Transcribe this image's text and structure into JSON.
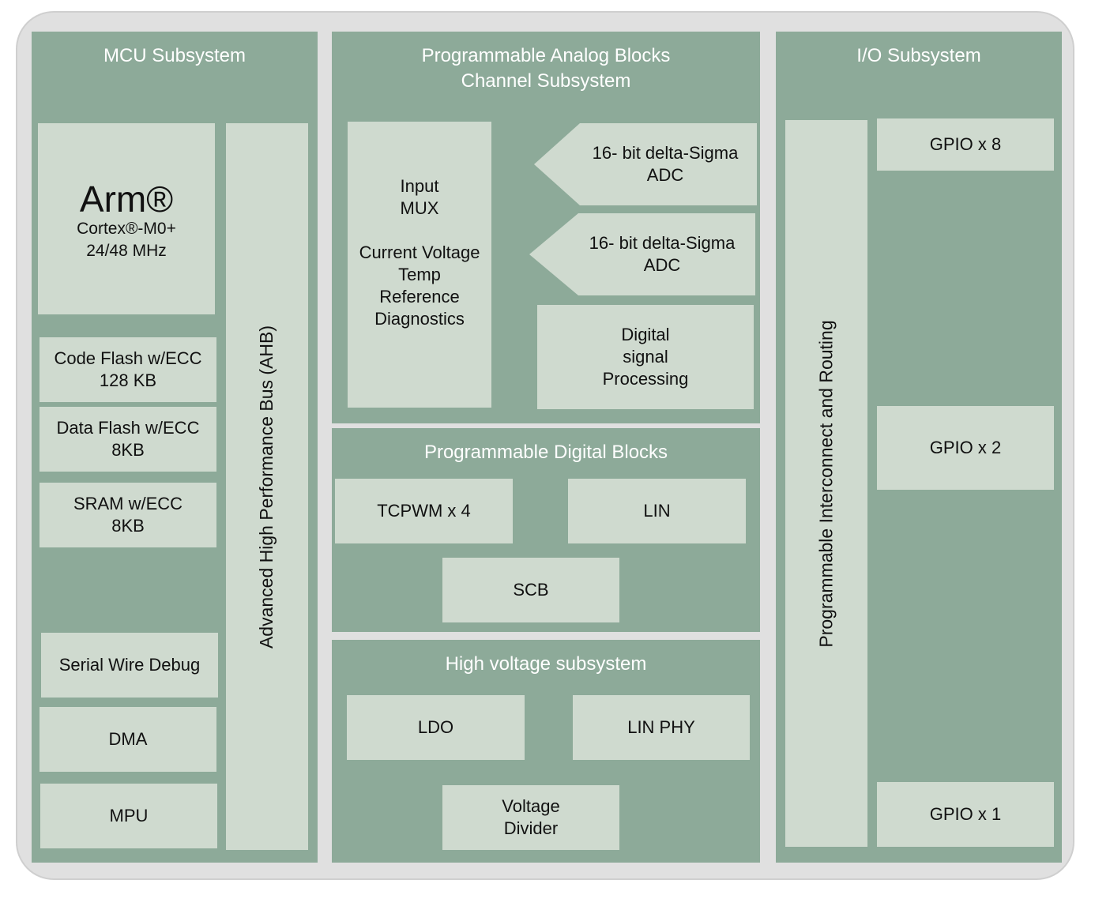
{
  "colors": {
    "frame": "#e0e0e0",
    "panel": "#8daa99",
    "block": "#cfdacf",
    "panel_title_text": "#ffffff",
    "block_text": "#111111"
  },
  "mcu": {
    "title": "MCU Subsystem",
    "cpu": {
      "brand": "Arm®",
      "core": "Cortex®-M0+",
      "clock": "24/48 MHz"
    },
    "bus": "Advanced High Performance Bus (AHB)",
    "blocks": [
      "Code Flash w/ECC\n128 KB",
      "Data Flash w/ECC\n8KB",
      "SRAM w/ECC\n8KB",
      "Serial Wire Debug",
      "DMA",
      "MPU"
    ]
  },
  "analog": {
    "title": "Programmable Analog Blocks\nChannel Subsystem",
    "input_mux": "Input\nMUX\n\nCurrent Voltage\nTemp\nReference\nDiagnostics",
    "adcs": [
      "16- bit delta-Sigma\nADC",
      "16- bit delta-Sigma\nADC"
    ],
    "dsp": "Digital\nsignal\nProcessing"
  },
  "digital": {
    "title": "Programmable Digital Blocks",
    "blocks": [
      "TCPWM x 4",
      "LIN",
      "SCB"
    ]
  },
  "hv": {
    "title": "High voltage subsystem",
    "blocks": [
      "LDO",
      "LIN PHY",
      "Voltage\nDivider"
    ]
  },
  "io": {
    "title": "I/O Subsystem",
    "interconnect": "Programmable Interconnect and Routing",
    "gpios": [
      "GPIO x 8",
      "GPIO x 2",
      "GPIO x 1"
    ]
  }
}
